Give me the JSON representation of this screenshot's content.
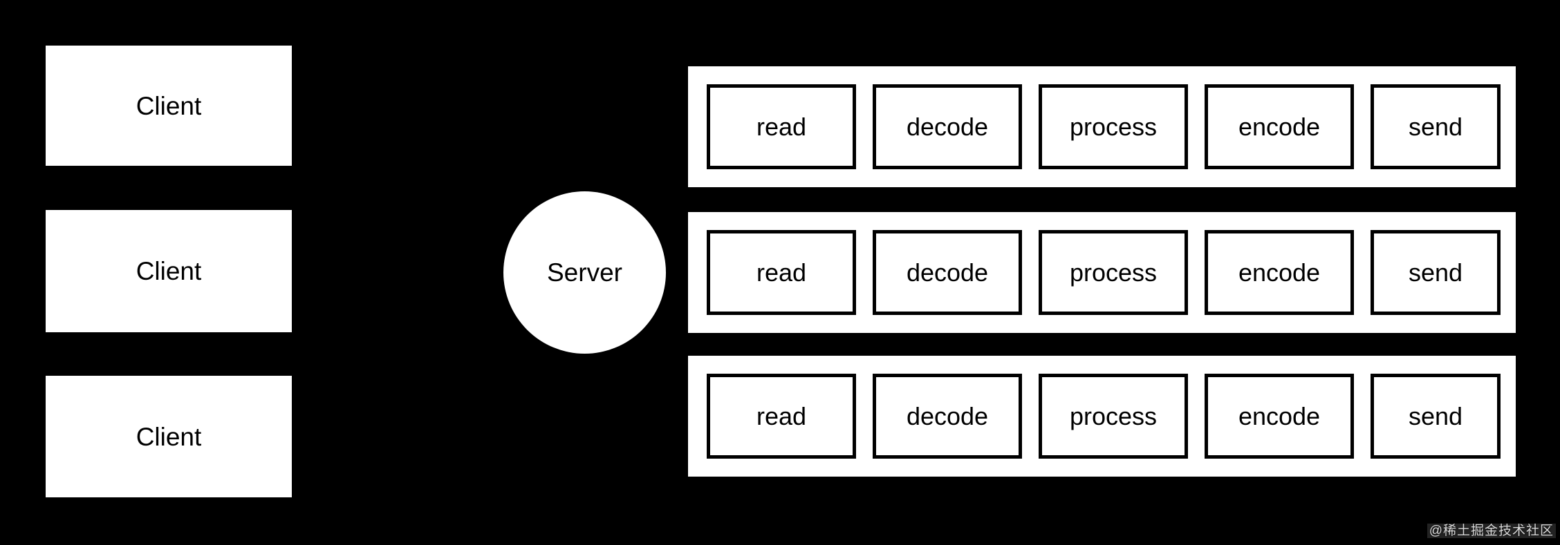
{
  "canvas": {
    "background_color": "#000000",
    "shape_fill_color": "#ffffff",
    "text_color": "#000000"
  },
  "clients": [
    {
      "label": "Client"
    },
    {
      "label": "Client"
    },
    {
      "label": "Client"
    }
  ],
  "server": {
    "label": "Server"
  },
  "pipelines": [
    {
      "stages": [
        "read",
        "decode",
        "process",
        "encode",
        "send"
      ]
    },
    {
      "stages": [
        "read",
        "decode",
        "process",
        "encode",
        "send"
      ]
    },
    {
      "stages": [
        "read",
        "decode",
        "process",
        "encode",
        "send"
      ]
    }
  ],
  "watermark": {
    "text": "@稀土掘金技术社区"
  }
}
